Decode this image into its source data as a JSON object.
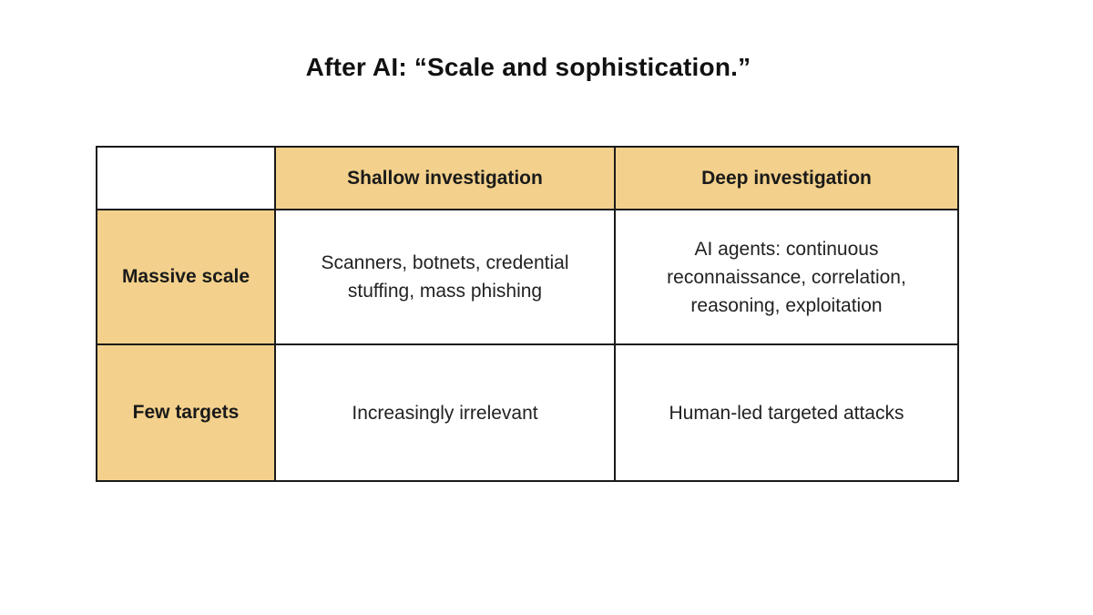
{
  "title": "After AI: “Scale and sophistication.”",
  "table": {
    "column_headers": [
      "Shallow investigation",
      "Deep investigation"
    ],
    "rows": [
      {
        "label": "Massive scale",
        "cells": [
          "Scanners, botnets, credential stuffing, mass phishing",
          "AI agents: continuous reconnaissance, correlation, reasoning, exploitation"
        ]
      },
      {
        "label": "Few targets",
        "cells": [
          "Increasingly irrelevant",
          "Human-led targeted attacks"
        ]
      }
    ]
  },
  "colors": {
    "header_fill": "#f3d18c",
    "border": "#1a1a1a",
    "background": "#ffffff"
  }
}
